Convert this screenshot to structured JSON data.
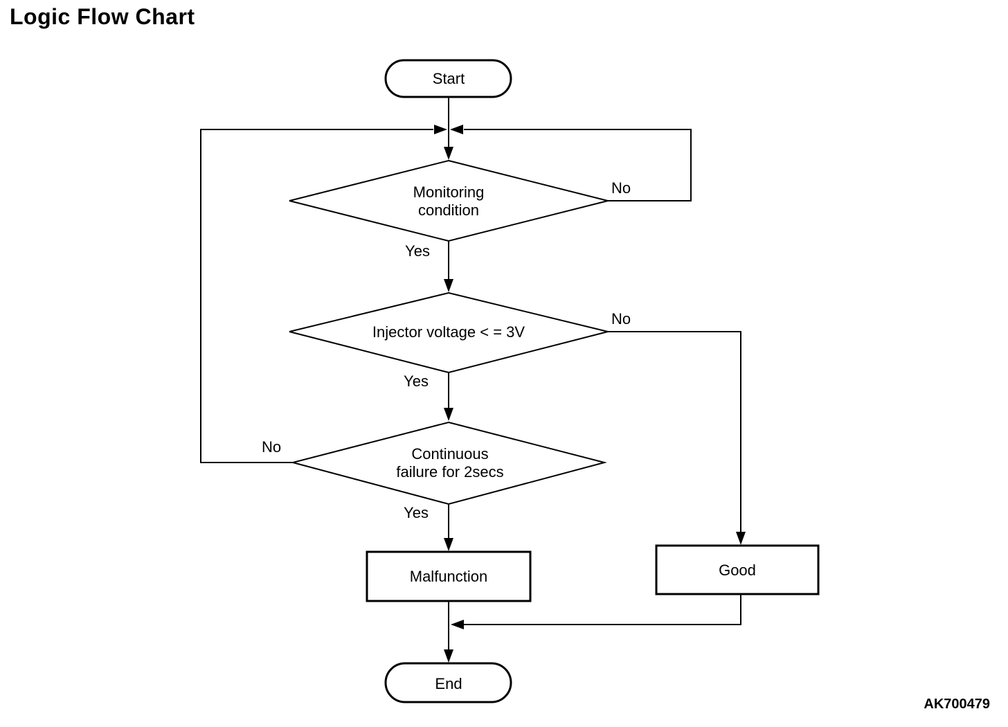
{
  "title": "Logic Flow Chart",
  "code": "AK700479",
  "colors": {
    "background": "#ffffff",
    "line": "#000000",
    "text": "#000000"
  },
  "nodes": {
    "start": {
      "label": "Start",
      "type": "terminator"
    },
    "monitoring": {
      "line1": "Monitoring",
      "line2": "condition",
      "type": "decision"
    },
    "injector": {
      "label": "Injector voltage < = 3V",
      "type": "decision"
    },
    "continuous": {
      "line1": "Continuous",
      "line2": "failure for 2secs",
      "type": "decision"
    },
    "malfunction": {
      "label": "Malfunction",
      "type": "process"
    },
    "good": {
      "label": "Good",
      "type": "process"
    },
    "end": {
      "label": "End",
      "type": "terminator"
    }
  },
  "edge_labels": {
    "monitoring_no": "No",
    "monitoring_yes": "Yes",
    "injector_no": "No",
    "injector_yes": "Yes",
    "continuous_no": "No",
    "continuous_yes": "Yes"
  }
}
